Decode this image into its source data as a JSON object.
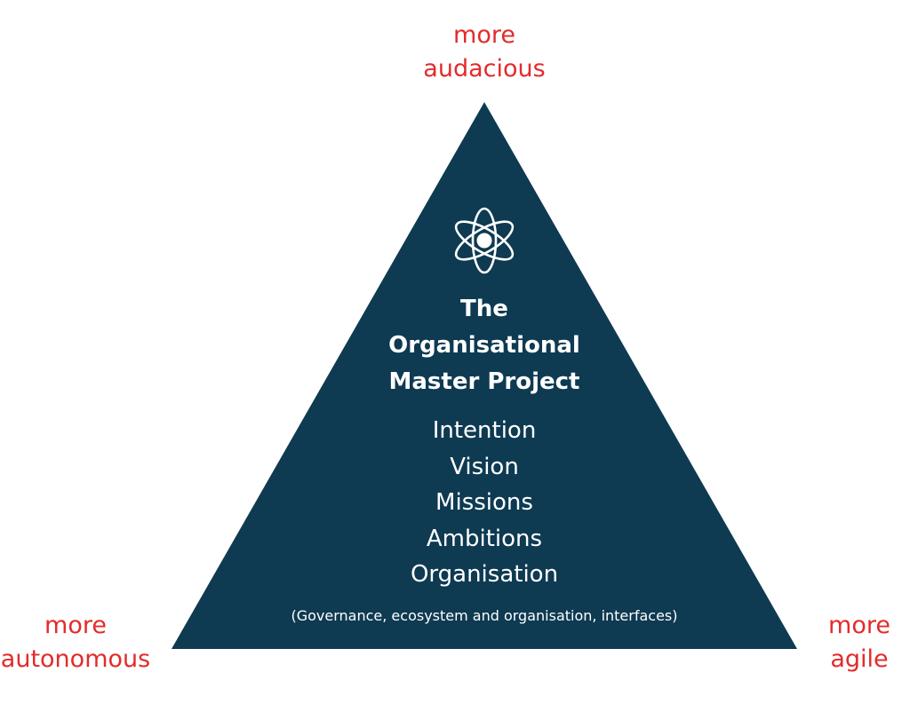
{
  "corners": {
    "top": [
      "more",
      "audacious"
    ],
    "left": [
      "more",
      "autonomous"
    ],
    "right": [
      "more",
      "agile"
    ]
  },
  "pyramid": {
    "fill_color": "#0e3a52",
    "accent_color": "#e32b2b",
    "icon": "atom-icon",
    "title": [
      "The",
      "Organisational",
      "Master Project"
    ],
    "items": [
      "Intention",
      "Vision",
      "Missions",
      "Ambitions",
      "Organisation"
    ],
    "note": "(Governance, ecosystem and organisation, interfaces)"
  }
}
